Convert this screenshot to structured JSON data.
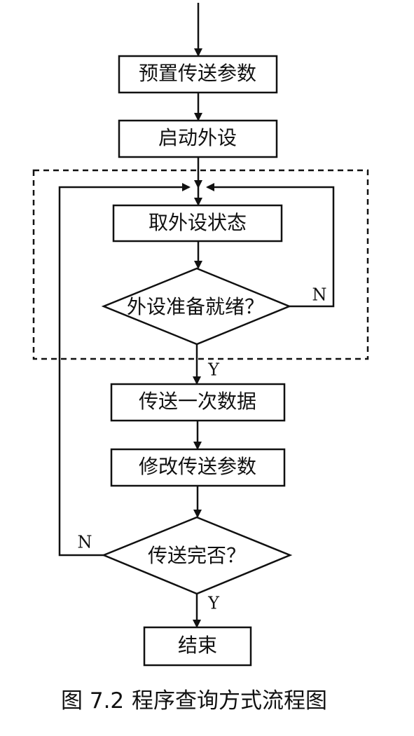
{
  "nodes": {
    "preset": "预置传送参数",
    "start_device": "启动外设",
    "read_status": "取外设状态",
    "ready_check": "外设准备就绪？",
    "transfer_once": "传送一次数据",
    "modify_params": "修改传送参数",
    "done_check": "传送完否？",
    "end": "结束"
  },
  "edge_labels": {
    "ready_yes": "Y",
    "ready_no": "N",
    "done_yes": "Y",
    "done_no": "N"
  },
  "caption": {
    "figure_number": "图 7.2",
    "title": "程序查询方式流程图"
  },
  "colors": {
    "ink": "#111111",
    "background": "#ffffff"
  }
}
